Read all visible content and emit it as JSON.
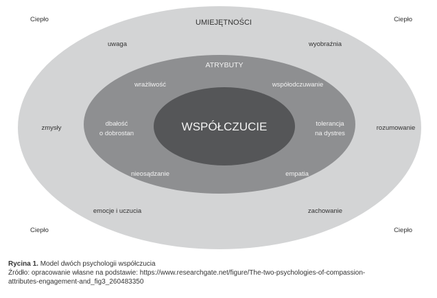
{
  "diagram": {
    "corners": [
      "Ciepło",
      "Ciepło",
      "Ciepło",
      "Ciepło"
    ],
    "outer": {
      "title": "UMIEJĘTNOŚCI",
      "items": [
        "uwaga",
        "wyobraźnia",
        "zmysły",
        "rozumowanie",
        "emocje i uczucia",
        "zachowanie"
      ]
    },
    "middle": {
      "title": "ATRYBUTY",
      "items": [
        "wrażliwość",
        "współodczuwanie",
        "dbałość",
        "o dobrostan",
        "tolerancja",
        "na dystres",
        "nieosądzanie",
        "empatia"
      ]
    },
    "core": "WSPÓŁCZUCIE",
    "colors": {
      "outer": "#d3d4d5",
      "middle": "#8e8f91",
      "core": "#555658"
    }
  },
  "caption": {
    "label": "Rycina 1.",
    "title": "Model dwóch psychologii współczucia",
    "source_line1": "Źródło: opracowanie własne na podstawie: https://www.researchgate.net/figure/The-two-psychologies-of-compassion-",
    "source_line2": "attributes-engagement-and_fig3_260483350"
  }
}
